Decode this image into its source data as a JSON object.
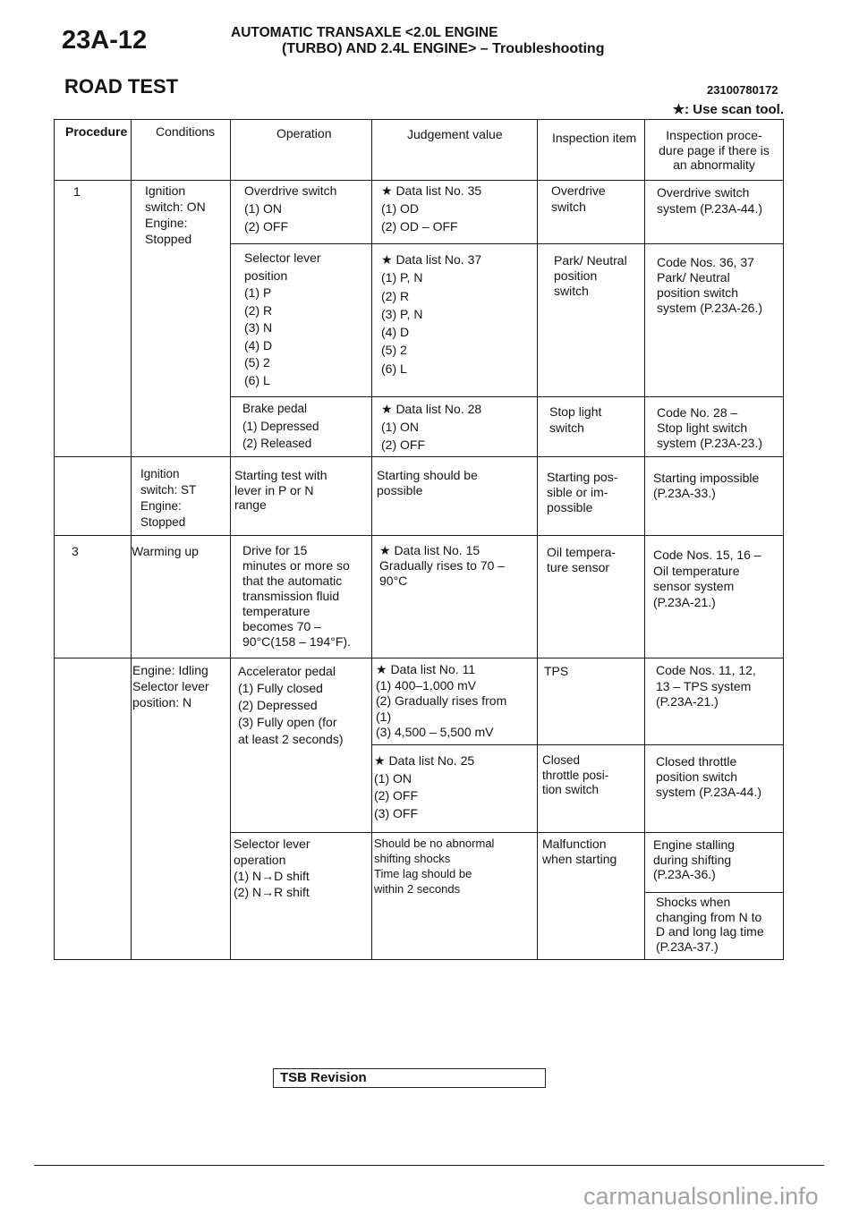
{
  "header": {
    "page_number": "23A-12",
    "title_line1": "AUTOMATIC TRANSAXLE <2.0L ENGINE",
    "title_line2": "(TURBO) AND 2.4L ENGINE> – Troubleshooting",
    "section_title": "ROAD TEST",
    "doc_code": "23100780172",
    "legend": "★: Use scan tool."
  },
  "columns": {
    "procedure": "Procedure",
    "conditions": "Conditions",
    "operation": "Operation",
    "judgement": "Judgement value",
    "inspection_item": "Inspection item",
    "inspection_procedure": "Inspection proce-\ndure page if there is\nan abnormality"
  },
  "rows": [
    {
      "procedure": "1",
      "conditions": "Ignition\nswitch: ON\nEngine:\nStopped",
      "checks": [
        {
          "operation": "Overdrive switch\n(1) ON\n(2) OFF",
          "judgement": "★ Data list No. 35\n(1) OD\n(2) OD – OFF",
          "inspection_item": "Overdrive\nswitch",
          "inspection_procedure": "Overdrive switch\nsystem (P.23A-44.)"
        },
        {
          "operation": "Selector lever\nposition\n(1) P\n(2) R\n(3) N\n(4) D\n(5) 2\n(6) L",
          "judgement": "★ Data list No. 37\n(1) P, N\n(2) R\n(3) P, N\n(4) D\n(5) 2\n(6) L",
          "inspection_item": "Park/ Neutral\nposition\nswitch",
          "inspection_procedure": "Code Nos. 36, 37\nPark/ Neutral\nposition switch\nsystem (P.23A-26.)"
        },
        {
          "operation": "Brake pedal\n(1) Depressed\n(2) Released",
          "judgement": "★ Data list No. 28\n(1) ON\n(2) OFF",
          "inspection_item": "Stop light\nswitch",
          "inspection_procedure": "Code No. 28 –\nStop light switch\nsystem (P.23A-23.)"
        }
      ]
    },
    {
      "conditions": "Ignition\nswitch: ST\nEngine:\nStopped",
      "checks": [
        {
          "operation": "Starting test with\nlever in P or N\nrange",
          "judgement": "Starting should be\npossible",
          "inspection_item": "Starting pos-\nsible or im-\npossible",
          "inspection_procedure": "Starting impossible\n(P.23A-33.)"
        }
      ]
    },
    {
      "procedure": "3",
      "conditions": "Warming up",
      "checks": [
        {
          "operation": "Drive for 15\nminutes or more so\nthat the automatic\ntransmission fluid\ntemperature\nbecomes 70 –\n90°C(158 – 194°F).",
          "judgement": "★ Data list No. 15\nGradually rises to 70 –\n90°C",
          "inspection_item": "Oil tempera-\nture sensor",
          "inspection_procedure": "Code Nos. 15, 16 –\nOil temperature\nsensor system\n(P.23A-21.)"
        }
      ]
    },
    {
      "conditions": "Engine: Idling\nSelector lever\nposition: N",
      "checks": [
        {
          "operation": "Accelerator pedal\n(1) Fully closed\n(2) Depressed\n(3) Fully open (for\nat least 2 seconds)",
          "judgement": "★ Data list No. 11\n(1) 400–1,000 mV\n(2) Gradually rises from\n(1)\n(3) 4,500 – 5,500 mV",
          "inspection_item": "TPS",
          "inspection_procedure": "Code Nos. 11, 12,\n13 – TPS system\n(P.23A-21.)"
        },
        {
          "judgement": "★ Data list No. 25\n(1) ON\n(2) OFF\n(3) OFF",
          "inspection_item": "Closed\nthrottle posi-\ntion switch",
          "inspection_procedure": "Closed throttle\nposition switch\nsystem (P.23A-44.)"
        },
        {
          "operation": "Selector lever\noperation\n(1) N→D shift\n(2) N→R shift",
          "judgement": "Should be no abnormal\nshifting shocks\nTime lag should be\nwithin 2 seconds",
          "inspection_item": "Malfunction\nwhen starting",
          "inspection_procedures": [
            "Engine stalling\nduring shifting\n(P.23A-36.)",
            "Shocks when\nchanging from N to\nD and long lag time\n(P.23A-37.)"
          ]
        }
      ]
    }
  ],
  "footer": {
    "tsb_label": "TSB Revision",
    "watermark": "carmanualsonline.info"
  }
}
